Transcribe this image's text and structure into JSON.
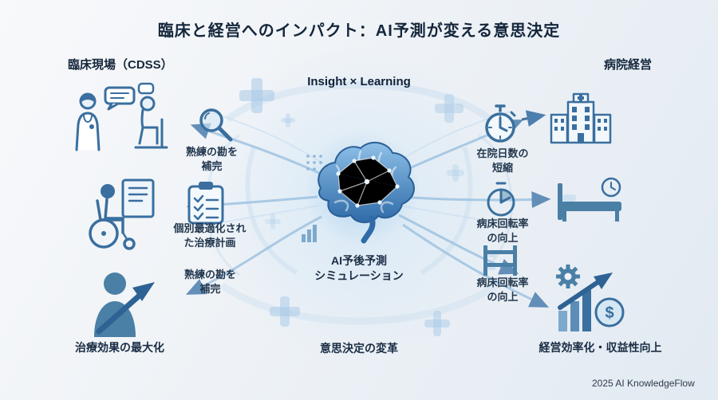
{
  "page": {
    "title": "臨床と経営へのインパクト：AI予測が変える意思決定",
    "footer": "2025 AI KnowledgeFlow"
  },
  "center": {
    "subtitle": "Insight × Learning",
    "core_label": "AI予後予測\nシミュレーション",
    "bottom_label": "意思決定の変革",
    "icon": "ai-brain-network-icon"
  },
  "left": {
    "header": "臨床現場（CDSS）",
    "labels": {
      "intuition_top": "熟練の勘を\n補完",
      "personalized_plan": "個別最適化され\nた治療計画",
      "intuition_bottom": "熟練の勘を\n補完",
      "max_effect": "治療効果の最大化"
    },
    "icons": [
      "doctor-patient-icon",
      "magnifier-icon",
      "wheelchair-patient-icon",
      "checklist-icon",
      "growth-person-icon"
    ]
  },
  "right": {
    "header": "病院経営",
    "labels": {
      "stay_shorten": "在院日数の\n短縮",
      "turnover_mid": "病床回転率\nの向上",
      "turnover_bottom": "病床回転率\nの向上",
      "profit": "経営効率化・収益性向上"
    },
    "icons": [
      "stopwatch-icon",
      "hospital-icon",
      "timer-icon",
      "bed-clock-icon",
      "bed-icon",
      "gear-chart-coin-icon"
    ],
    "coin_symbol": "$"
  },
  "colors": {
    "accent": "#3a6f9f",
    "accent_dark": "#2e6294",
    "flow": "#a9cbe7",
    "text": "#1a2c40",
    "background_start": "#f8f9fb",
    "background_end": "#e2eaf2"
  }
}
